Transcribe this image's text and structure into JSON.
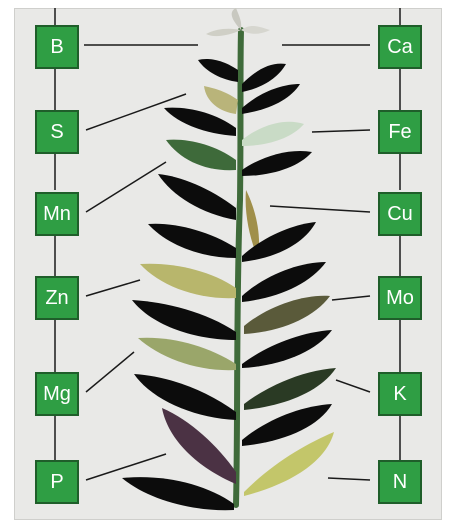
{
  "nutrients": {
    "left": [
      "B",
      "S",
      "Mn",
      "Zn",
      "Mg",
      "P"
    ],
    "right": [
      "Ca",
      "Fe",
      "Cu",
      "Mo",
      "K",
      "N"
    ]
  },
  "colors": {
    "box_fill": "#2f9e44",
    "box_border": "#1f5e2a",
    "label_text": "#ffffff",
    "panel_bg": "#e9e9e7",
    "leaf_dark": "#0c0c0c",
    "stem": "#3f6b3a",
    "leader_line": "#1a1a1a"
  },
  "icons": {
    "plant": "deficiency-plant-illustration"
  }
}
